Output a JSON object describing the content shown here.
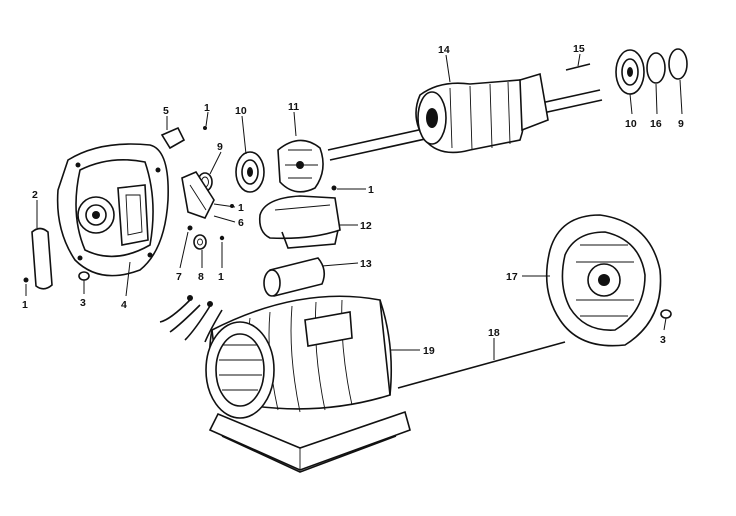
{
  "callouts": {
    "c1a": "1",
    "c1b": "1",
    "c1c": "1",
    "c1d": "1",
    "c1e": "1",
    "c2": "2",
    "c3a": "3",
    "c3b": "3",
    "c4": "4",
    "c5": "5",
    "c6": "6",
    "c7": "7",
    "c8": "8",
    "c9a": "9",
    "c9b": "9",
    "c10a": "10",
    "c10b": "10",
    "c11": "11",
    "c12": "12",
    "c13": "13",
    "c14": "14",
    "c15": "15",
    "c16": "16",
    "c17": "17",
    "c18": "18",
    "c19": "19"
  }
}
